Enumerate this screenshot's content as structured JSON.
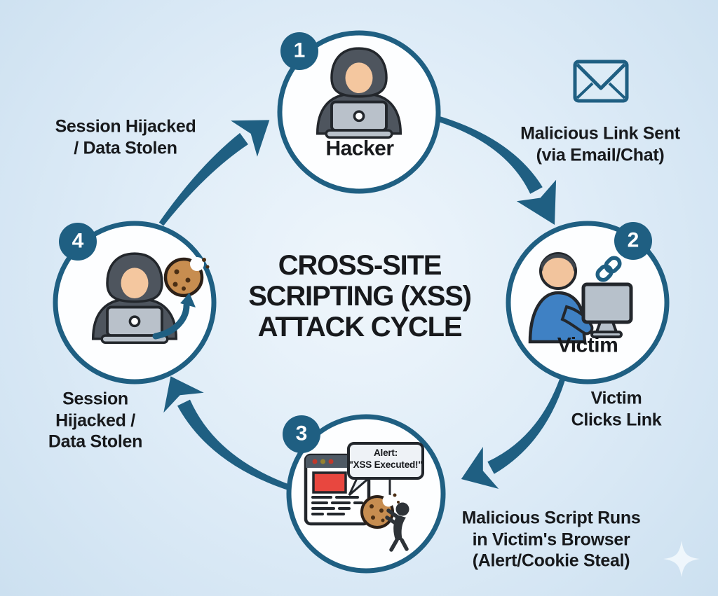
{
  "title": "CROSS-SITE\nSCRIPTING (XSS)\nATTACK CYCLE",
  "nodes": [
    {
      "number": "1",
      "label": "Hacker"
    },
    {
      "number": "2",
      "label": "Victim"
    },
    {
      "number": "3",
      "label": "",
      "alert_text": "Alert:\n\"XSS Executed!\""
    },
    {
      "number": "4",
      "label": ""
    }
  ],
  "labels": {
    "top_left": "Session Hijacked\n/ Data Stolen",
    "top_right": "Malicious Link Sent\n(via Email/Chat)",
    "right": "Victim\nClicks Link",
    "bottom_right": "Malicious Script Runs\nin Victim's Browser\n(Alert/Cookie Steal)",
    "bottom_left": "Session\nHijacked /\nData Stolen"
  },
  "icons": {
    "node1": "hooded-hacker-laptop-icon",
    "node2": "victim-at-computer-icon",
    "node2_extra": "chain-link-icon",
    "node3": "browser-alert-window-icon",
    "node3_extra": "cookie-thief-icon",
    "node4": "hacker-with-stolen-cookie-icon",
    "top_right": "email-envelope-icon",
    "corner": "sparkle-icon"
  },
  "colors": {
    "accent_teal": "#1f5f82",
    "background_blue": "#d9e8f5",
    "node_fill": "#fdfeff",
    "text_dark": "#17191c",
    "alert_red": "#d63a31",
    "shirt_blue": "#3f81c4",
    "cookie_tan": "#c78d50",
    "hoodie_gray": "#4e555e"
  }
}
